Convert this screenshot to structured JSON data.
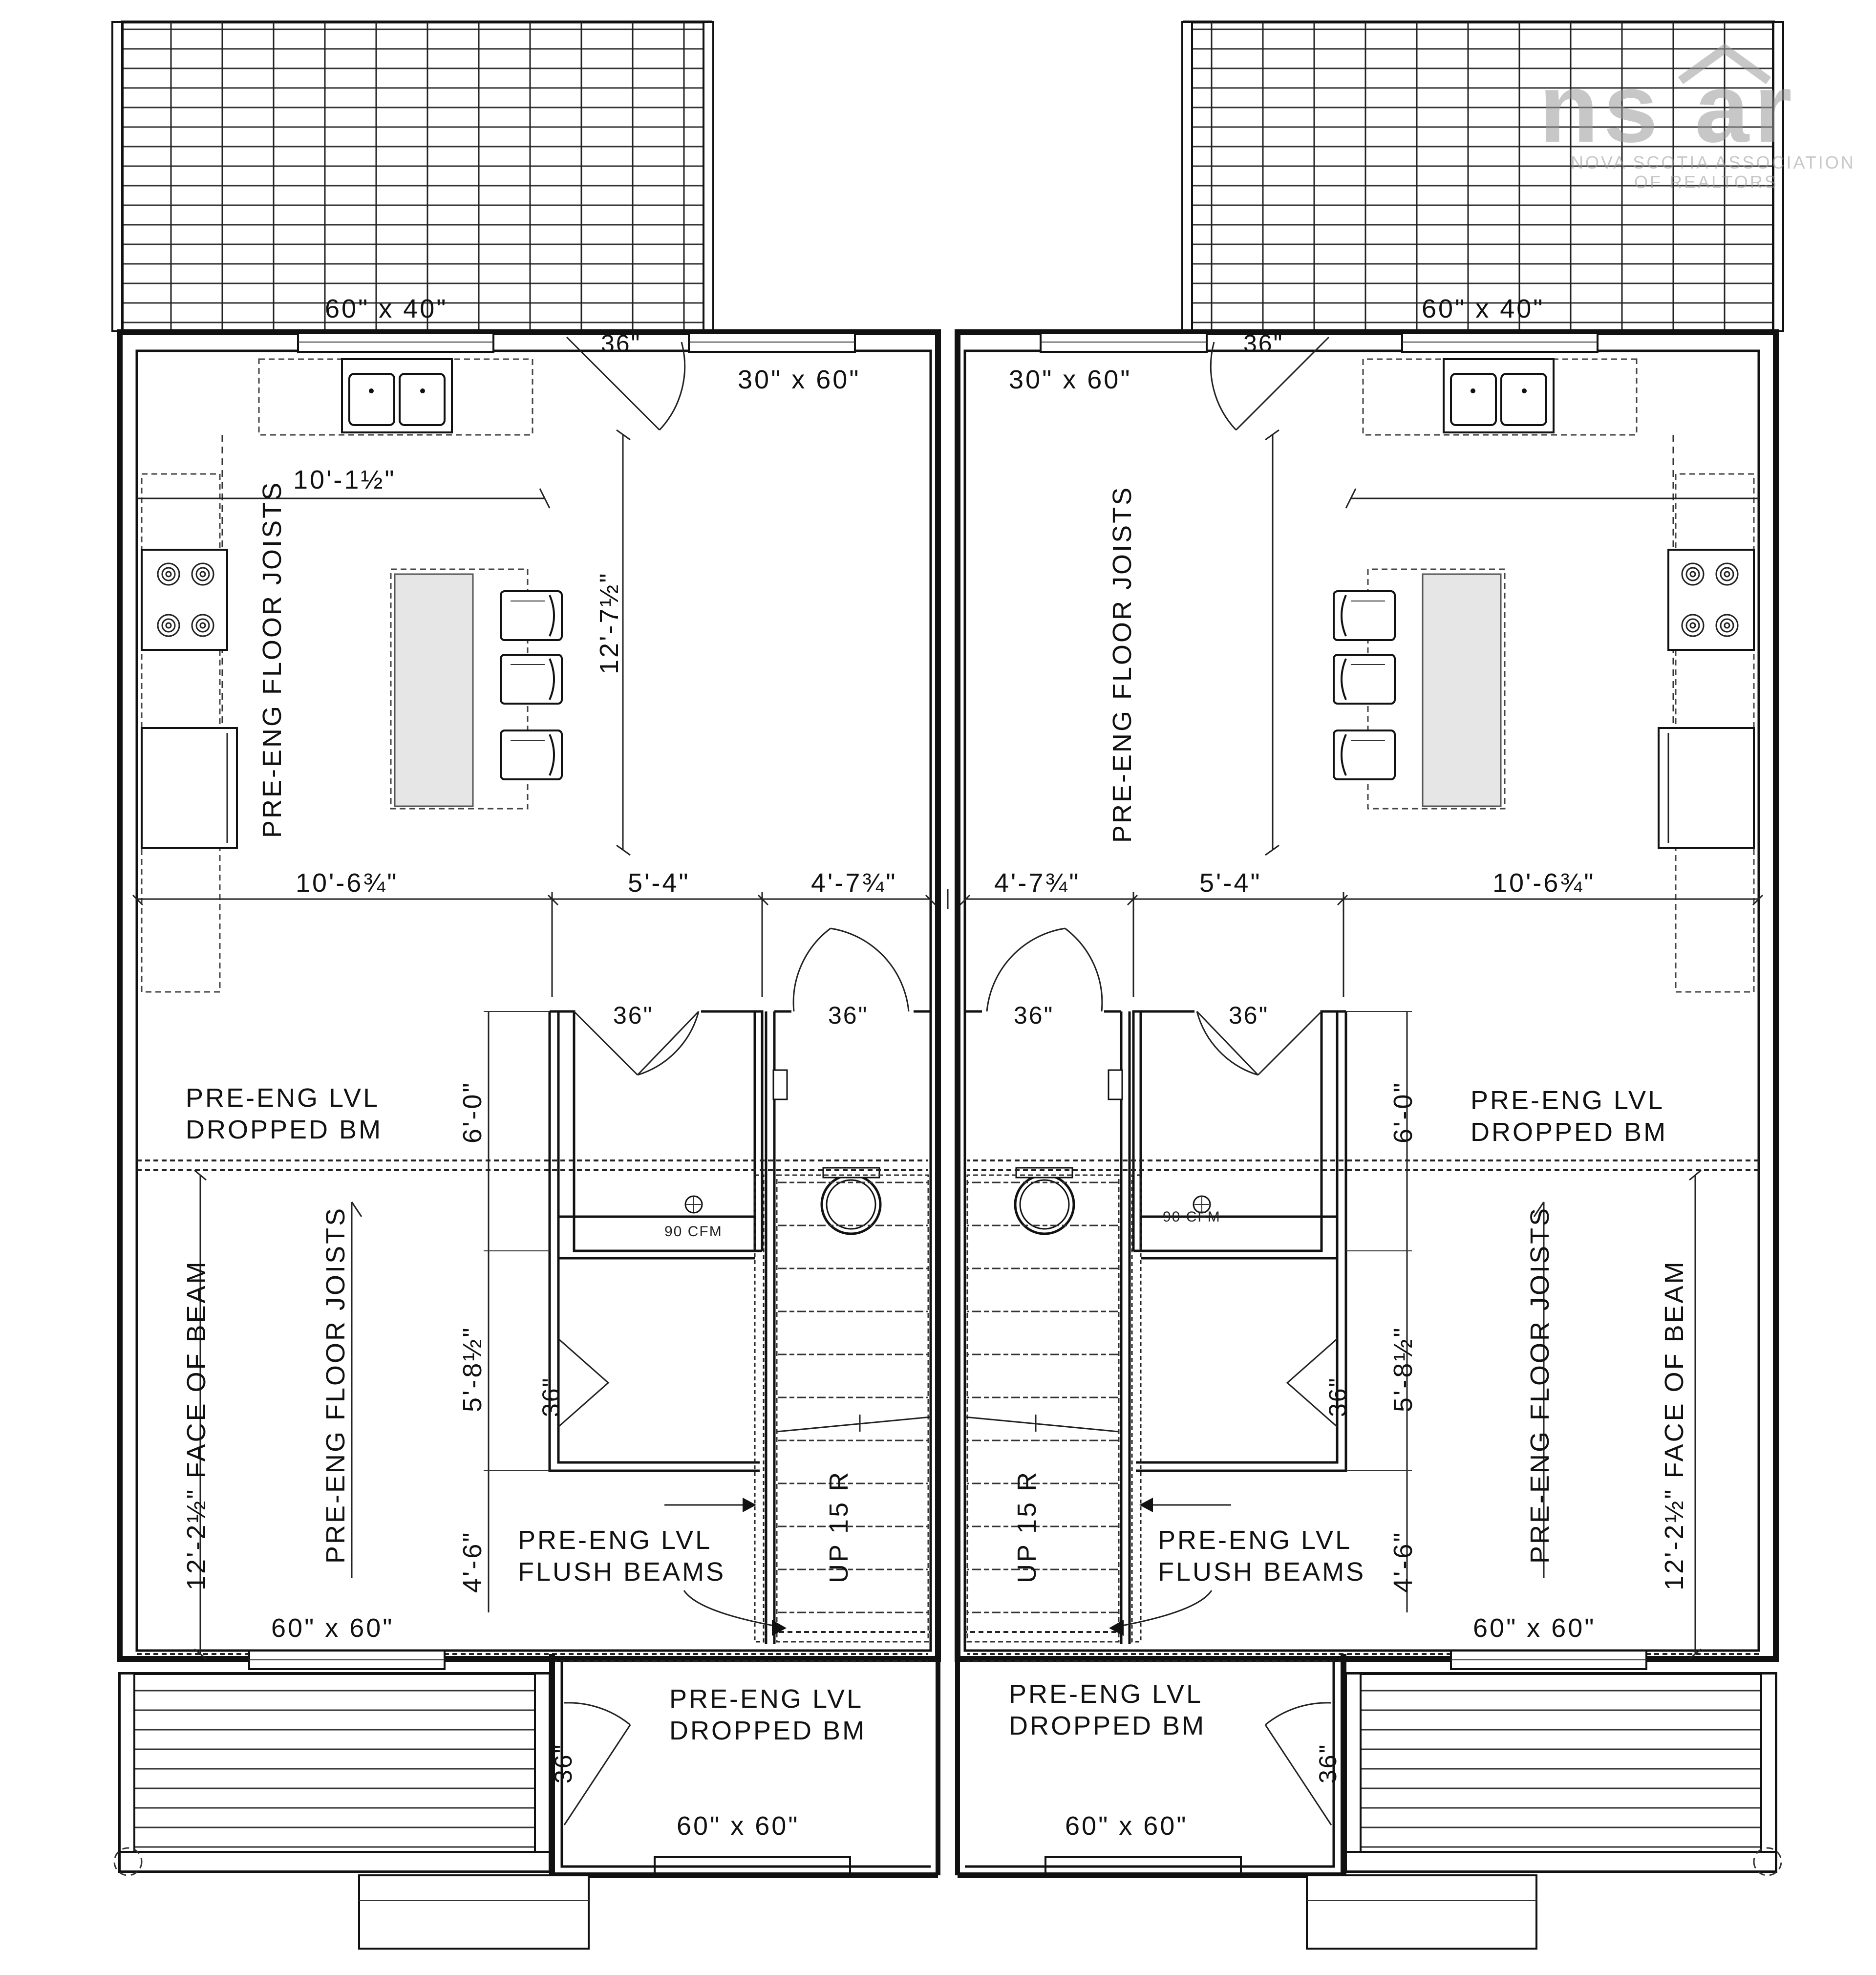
{
  "watermark": {
    "logo_text": "ns ar",
    "line1": "NOVA SCOTIA ASSOCIATION",
    "line2": "OF REALTORS"
  },
  "labels": {
    "deck_back": "60\" x 40\"",
    "window_30x60": "30\" x 60\"",
    "window_60x60": "60\" x 60\"",
    "door_36": "36\"",
    "dim_10_1_5": "10'-1½\"",
    "dim_12_7_5": "12'-7½\"",
    "dim_10_6_75": "10'-6¾\"",
    "dim_5_4": "5'-4\"",
    "dim_4_7_75": "4'-7¾\"",
    "dim_6_0": "6'-0\"",
    "dim_5_8_5": "5'-8½\"",
    "dim_4_6": "4'-6\"",
    "dim_12_2_5": "12'-2½\" FACE OF BEAM",
    "floor_joists": "PRE-ENG FLOOR JOISTS",
    "lvl_dropped_1": "PRE-ENG LVL",
    "lvl_dropped_2": "DROPPED BM",
    "lvl_flush_1": "PRE-ENG LVL",
    "lvl_flush_2": "FLUSH BEAMS",
    "fan": "90 CFM",
    "stairs": "UP 15 R"
  }
}
